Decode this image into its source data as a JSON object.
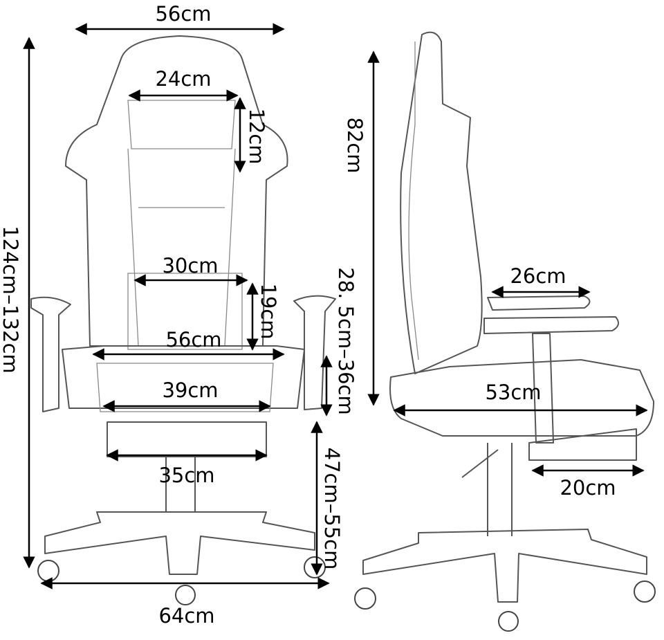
{
  "front_view": {
    "overall_width": "56cm",
    "headrest_width": "24cm",
    "headrest_height": "12cm",
    "total_height": "124cm–132cm",
    "lumbar_width": "30cm",
    "lumbar_height": "19cm",
    "seat_back_width": "56cm",
    "seat_width": "39cm",
    "footrest_width": "35cm",
    "armrest_height": "28. 5cm–36cm",
    "seat_height": "47cm–55cm",
    "base_width": "64cm"
  },
  "side_view": {
    "backrest_height": "82cm",
    "armrest_width": "26cm",
    "seat_depth": "53cm",
    "footrest_depth": "20cm"
  },
  "colors": {
    "line": "#000000",
    "outline": "#555555",
    "background": "#ffffff"
  }
}
